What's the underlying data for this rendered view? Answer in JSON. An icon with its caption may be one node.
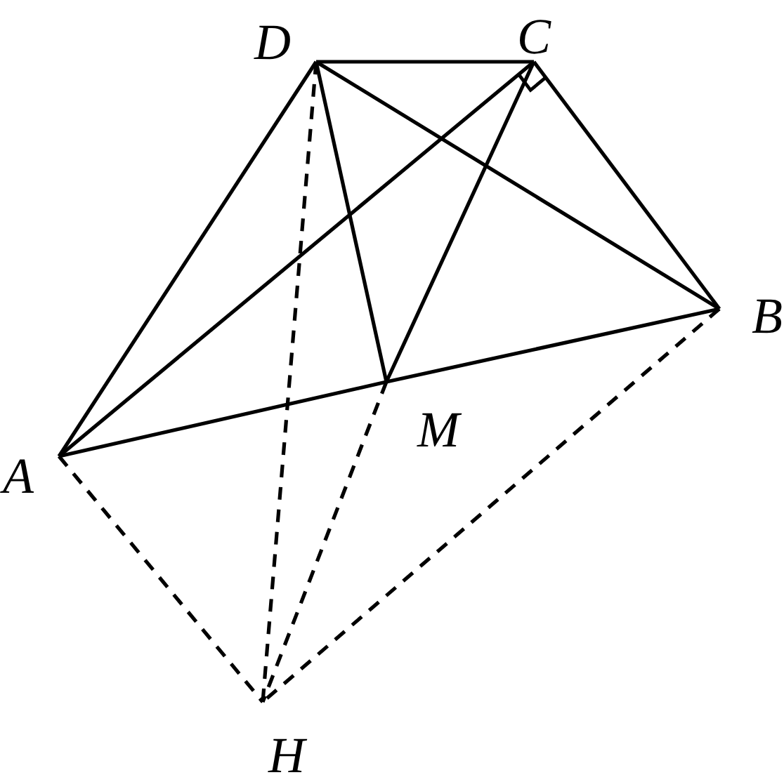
{
  "diagram": {
    "nodes": [
      {
        "text": [
          "D"
        ]
      },
      {
        "text": [
          "C"
        ]
      },
      {
        "text": [
          "B"
        ]
      },
      {
        "text": [
          "M"
        ]
      },
      {
        "text": [
          "A"
        ]
      },
      {
        "text": [
          "H"
        ]
      }
    ],
    "edges": [
      {
        "from": 0,
        "to": 1,
        "arrow": "none"
      },
      {
        "from": 0,
        "to": 4,
        "arrow": "none"
      },
      {
        "from": 0,
        "to": 2,
        "arrow": "none"
      },
      {
        "from": 0,
        "to": 3,
        "arrow": "none"
      },
      {
        "from": 1,
        "to": 4,
        "arrow": "none"
      },
      {
        "from": 1,
        "to": 2,
        "arrow": "none"
      },
      {
        "from": 1,
        "to": 3,
        "arrow": "none"
      },
      {
        "from": 4,
        "to": 3,
        "arrow": "none"
      },
      {
        "from": 3,
        "to": 2,
        "arrow": "none"
      },
      {
        "from": 0,
        "to": 5,
        "arrow": "none",
        "style": "dashed"
      },
      {
        "from": 4,
        "to": 5,
        "arrow": "none",
        "style": "dashed"
      },
      {
        "from": 3,
        "to": 5,
        "arrow": "none",
        "style": "dashed"
      },
      {
        "from": 2,
        "to": 5,
        "arrow": "none",
        "style": "dashed"
      }
    ]
  }
}
